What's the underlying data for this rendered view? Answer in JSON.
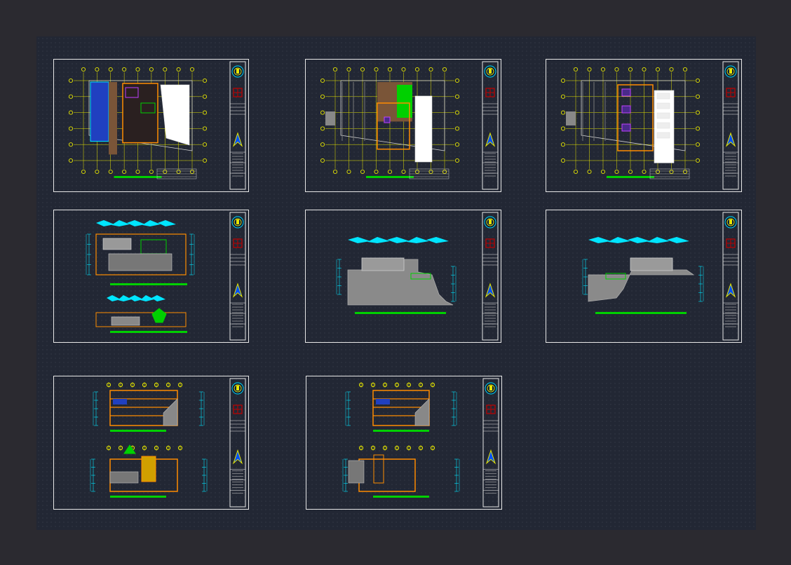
{
  "drawing_set": {
    "sheets": [
      {
        "id": "floor-plan-1",
        "kind": "plan",
        "variant": "a"
      },
      {
        "id": "floor-plan-2",
        "kind": "plan",
        "variant": "b"
      },
      {
        "id": "floor-plan-3",
        "kind": "plan",
        "variant": "c"
      },
      {
        "id": "elevation-front-rear",
        "kind": "elev2"
      },
      {
        "id": "elevation-side-left",
        "kind": "side",
        "variant": "l"
      },
      {
        "id": "elevation-side-right",
        "kind": "side",
        "variant": "r"
      },
      {
        "id": "section-a-b",
        "kind": "sec2",
        "variant": "a"
      },
      {
        "id": "section-c-d",
        "kind": "sec2",
        "variant": "b"
      }
    ]
  },
  "colors": {
    "background": "#2b2a30",
    "model_space": "#222734",
    "sheet_border": "#e8e8e8",
    "grid_axis": "#e6e600",
    "wall": "#ff8c00",
    "dimension": "#00e5ff",
    "vegetation": "#00d000",
    "furniture": "#c040ff",
    "water": "#2040c0",
    "title_red": "#c00000"
  },
  "icons": [
    "university-seal-icon",
    "logo-grid-icon",
    "north-arrow-icon"
  ]
}
